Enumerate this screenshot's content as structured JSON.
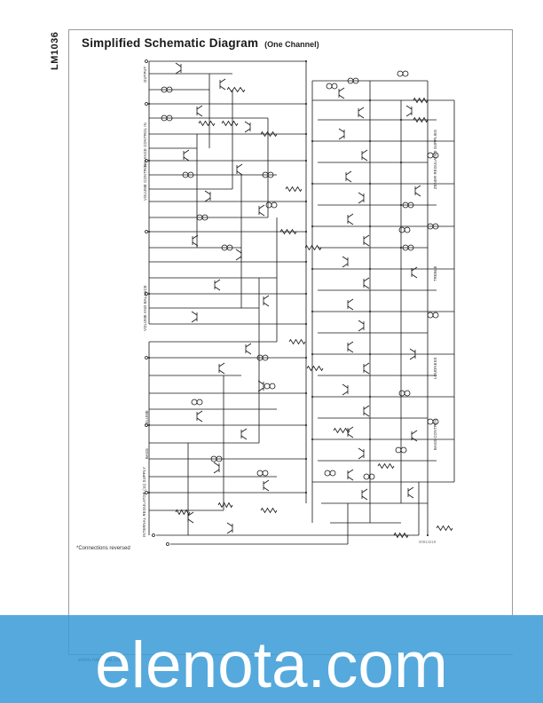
{
  "page": {
    "part_number": "LM1036",
    "title": "Simplified Schematic Diagram",
    "subtitle": "(One Channel)",
    "footnote": "*Connections reversed",
    "footer_url": "www.national.com"
  },
  "schematic": {
    "figure_id": "00914219",
    "labels": {
      "output": "OUTPUT",
      "balance_control": "BALANCE CONTROL IN",
      "volume_control": "VOLUME CONTROL",
      "volume_and_balance": "VOLUME AND BALANCE",
      "volume": "VOLUME",
      "bass": "BASS",
      "internal_regulator": "INTERNAL REGULATOR (11) SUPPLY",
      "zener_supplies": "ZENER REGULATED SUPPLIES",
      "treble": "TREBLE",
      "loudness": "LOUDNESS",
      "bass_control": "BASS CONTROL"
    }
  },
  "watermark": {
    "text": "elenota.com",
    "band_color": "#55a9dc",
    "text_color": "#ffffff"
  }
}
